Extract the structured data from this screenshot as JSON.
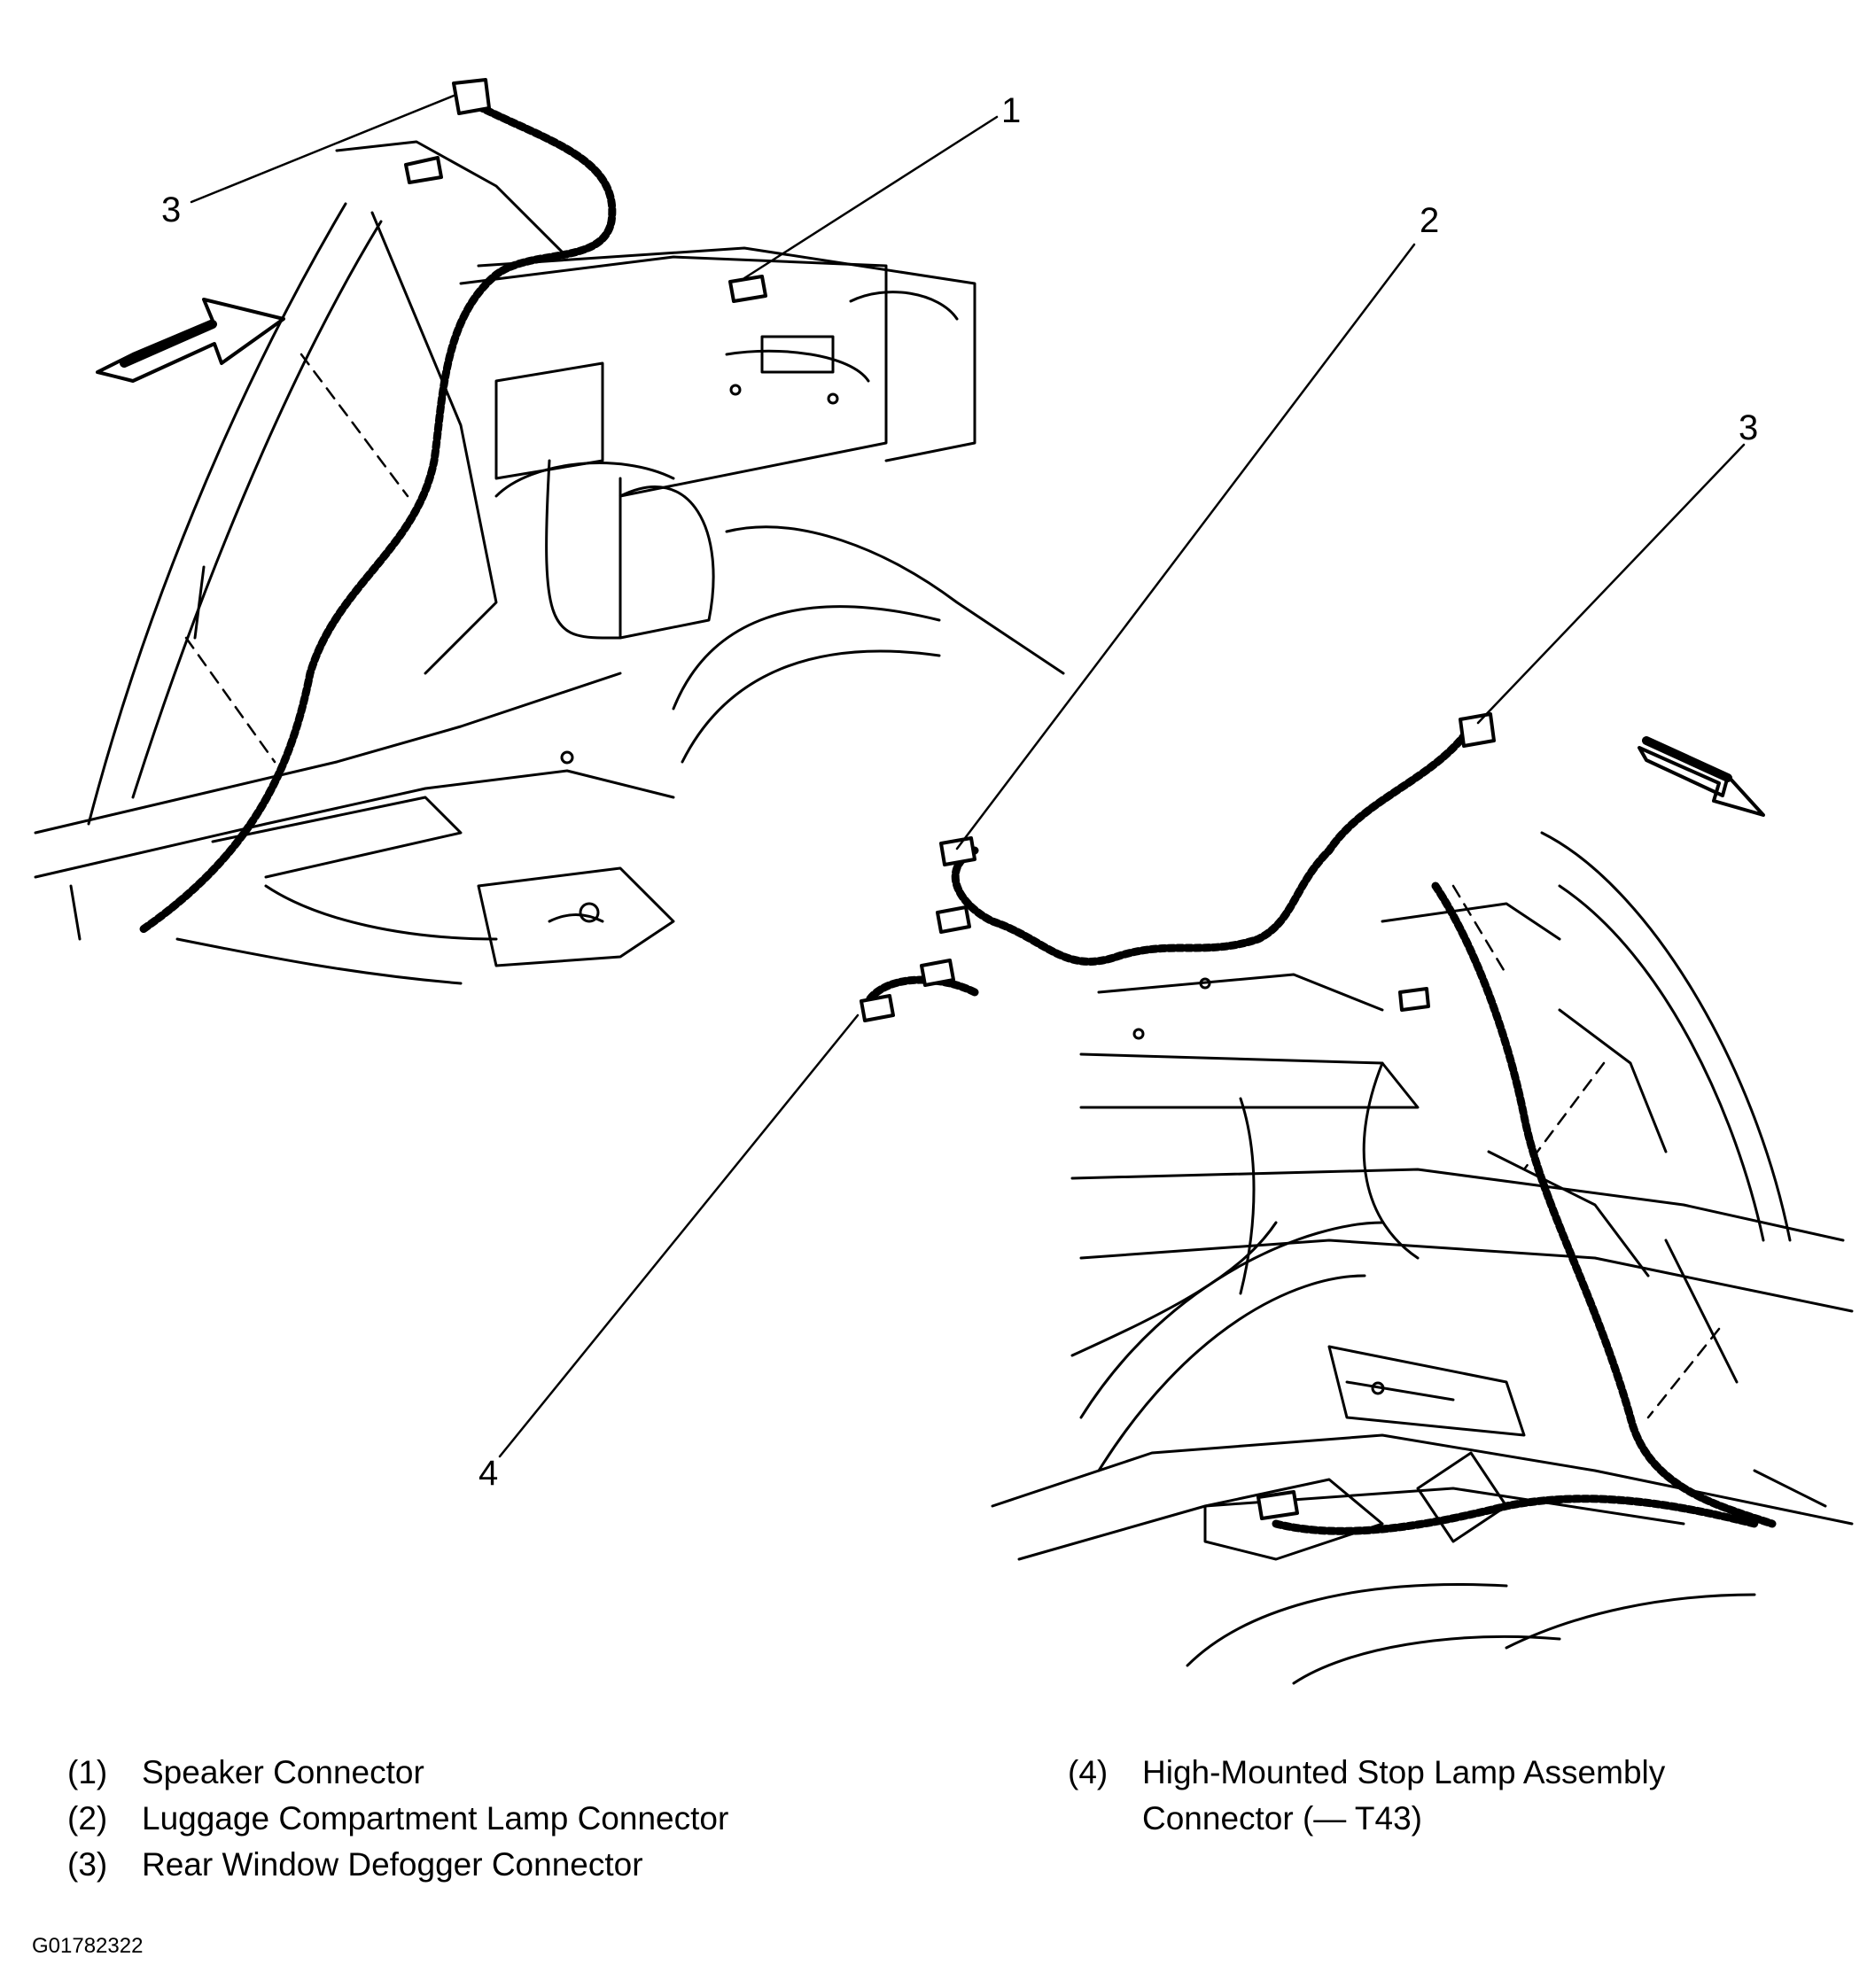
{
  "callouts": {
    "c1": "1",
    "c2": "2",
    "c3a": "3",
    "c3b": "3",
    "c4": "4"
  },
  "legend": [
    {
      "num": "(1)",
      "text": "Speaker Connector"
    },
    {
      "num": "(2)",
      "text": "Luggage Compartment Lamp Connector"
    },
    {
      "num": "(3)",
      "text": "Rear Window Defogger Connector"
    },
    {
      "num": "(4)",
      "text": "High-Mounted Stop Lamp Assembly Connector (— T43)"
    }
  ],
  "figure_id": "G01782322"
}
